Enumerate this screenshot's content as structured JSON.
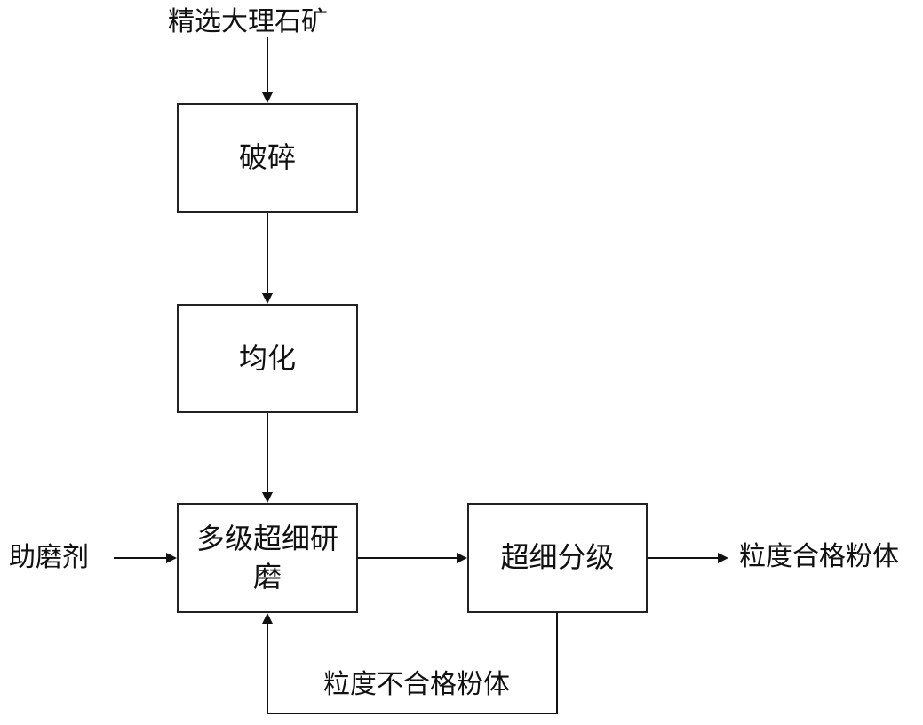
{
  "diagram": {
    "input_label": "精选大理石矿",
    "steps": {
      "crushing": "破碎",
      "homogenization": "均化",
      "grinding": "多级超细研磨",
      "classification": "超细分级"
    },
    "grinding_aid_label": "助磨剂",
    "qualified_output_label": "粒度合格粉体",
    "unqualified_return_label": "粒度不合格粉体"
  }
}
